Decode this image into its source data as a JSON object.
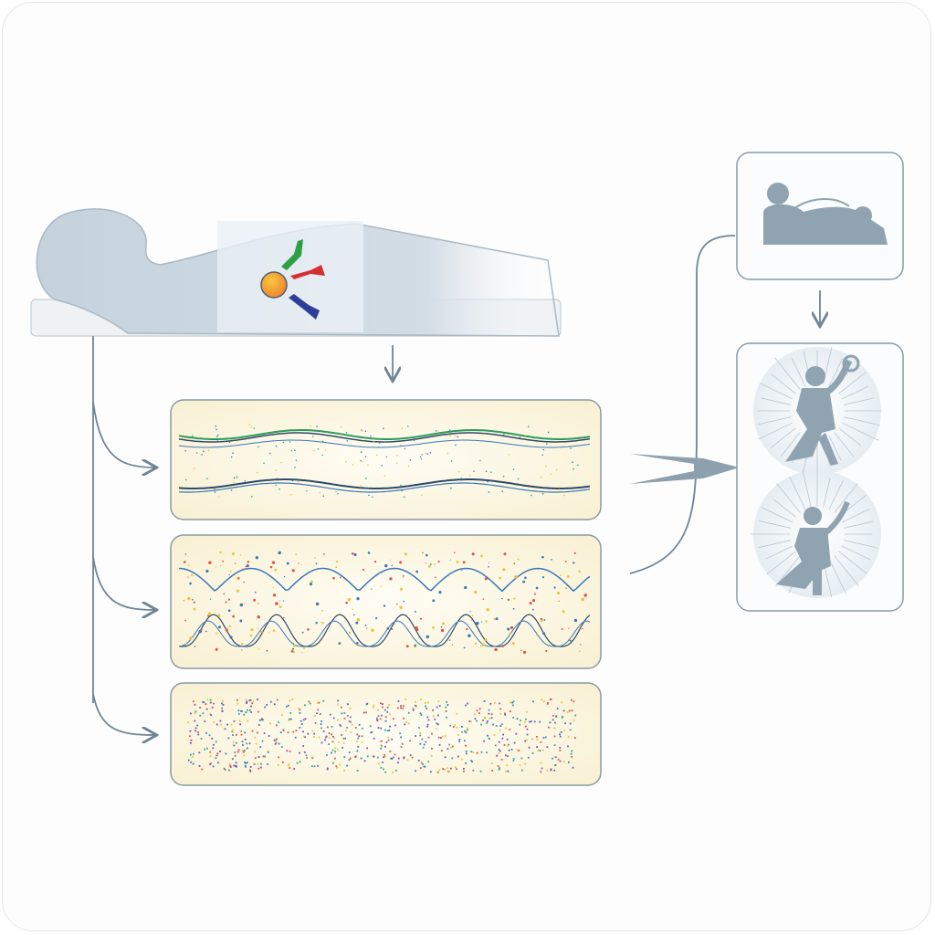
{
  "colors": {
    "arrow": "#6f8593",
    "body": "#c9d5df",
    "panel_fill": "#fbf7e6",
    "panel_border": "#8a9aa4",
    "figure": "#8fa3b1",
    "wave_green": "#2e9a5a",
    "wave_blue": "#3a78b8",
    "wave_dark": "#2f4a66",
    "dot_red": "#e0524a",
    "dot_yellow": "#e8c43a",
    "dot_teal": "#2aa6a0"
  },
  "icons": [
    "patient-body",
    "electrode-green",
    "electrode-red",
    "electrode-blue",
    "sensor-disc",
    "resting-figure",
    "active-figure-1",
    "active-figure-2"
  ]
}
